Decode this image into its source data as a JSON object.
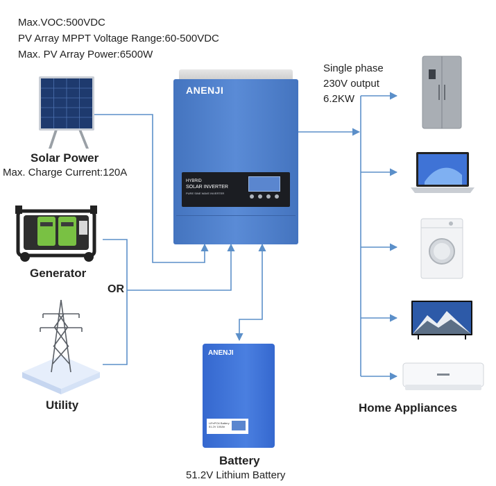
{
  "specs": {
    "max_voc": "Max.VOC:500VDC",
    "mppt_range": "PV Array MPPT Voltage Range:60-500VDC",
    "max_pv_power": "Max. PV Array Power:6500W"
  },
  "solar": {
    "title": "Solar Power",
    "subtitle": "Max. Charge Current:120A"
  },
  "generator": {
    "title": "Generator"
  },
  "or_label": "OR",
  "utility": {
    "title": "Utility"
  },
  "output": {
    "line1": "Single phase",
    "line2": "230V output",
    "line3": "6.2KW"
  },
  "inverter": {
    "brand": "ANENJI",
    "model": "HYBRID",
    "name": "SOLAR INVERTER",
    "tagline": "PURE SINE WAVE INVERTER"
  },
  "battery": {
    "brand": "ANENJI",
    "title": "Battery",
    "subtitle": "51.2V Lithium Battery",
    "screen_label": "LiFePO4 Battery 51.2V 100Ah"
  },
  "appliances": {
    "title": "Home Appliances",
    "items": [
      "refrigerator",
      "laptop",
      "washing-machine",
      "television",
      "air-conditioner"
    ]
  },
  "colors": {
    "line": "#5b8fc9",
    "inverter": "#4f81c9",
    "battery": "#3f6fd0"
  }
}
